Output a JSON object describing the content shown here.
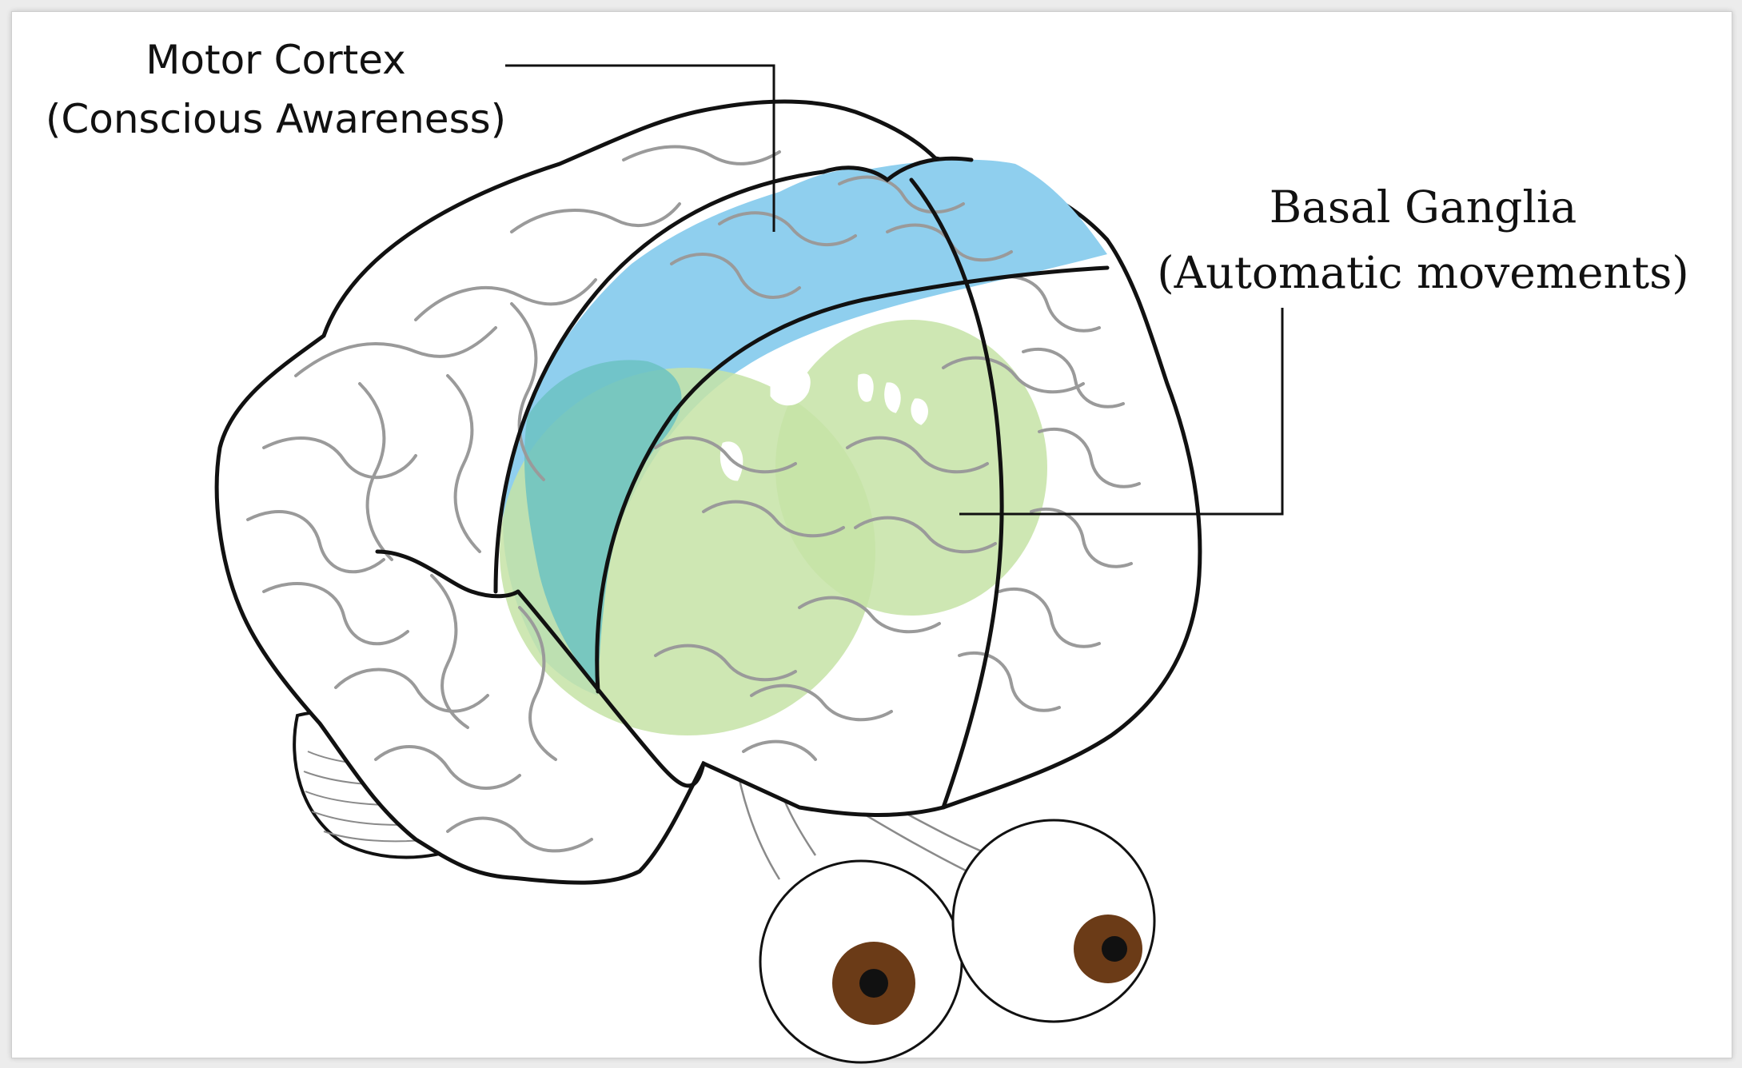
{
  "labels": {
    "motor_cortex": {
      "title": "Motor Cortex",
      "subtitle": "(Conscious Awareness)"
    },
    "basal_ganglia": {
      "title": "Basal Ganglia",
      "subtitle": "(Automatic movements)"
    }
  },
  "colors": {
    "motor_cortex_fill": "#8fcfee",
    "basal_ganglia_fill": "#c6e3a6",
    "overlap_fill": "#6cc2c2",
    "outline": "#111111",
    "gyri": "#9a9a9a",
    "iris": "#6b3b17",
    "pupil": "#111111",
    "background": "#ffffff"
  }
}
